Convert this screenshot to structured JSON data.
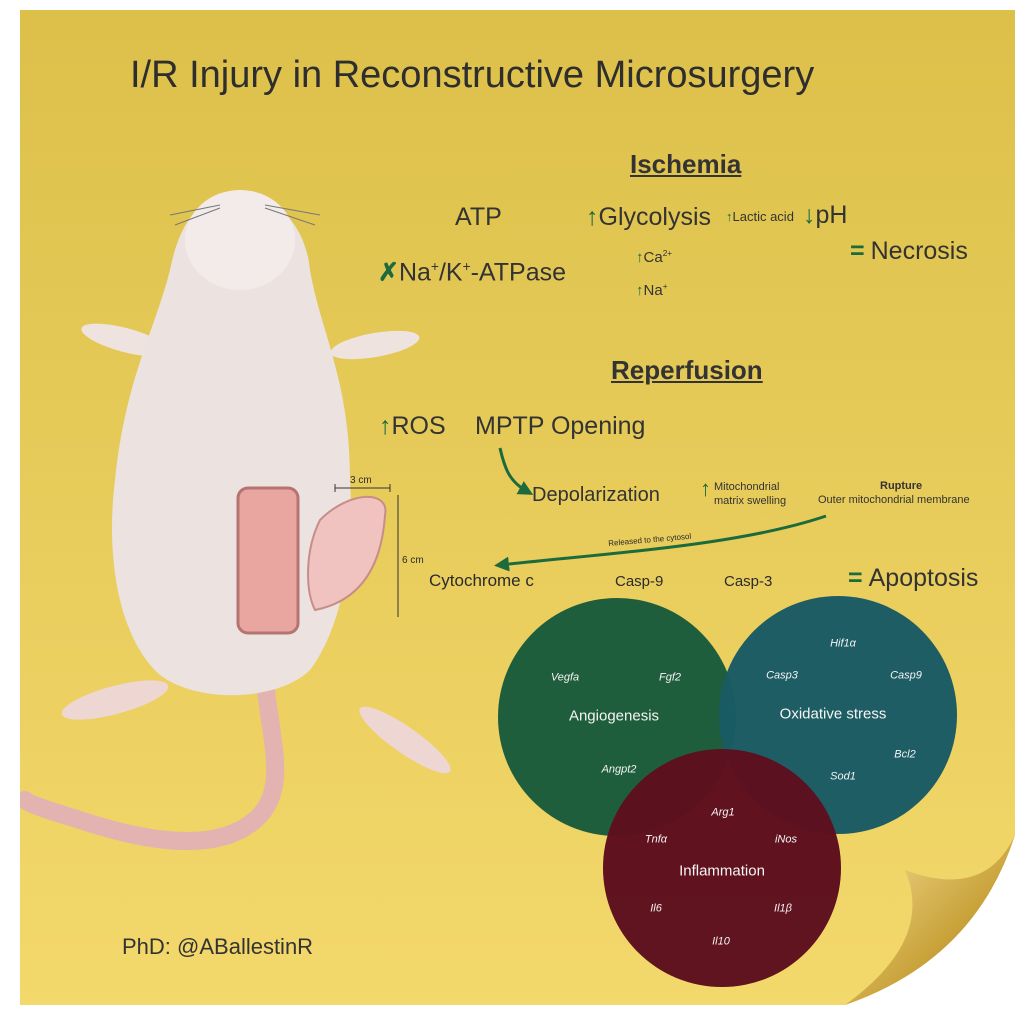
{
  "title": "I/R Injury in Reconstructive Microsurgery",
  "colors": {
    "note_bg": "#e2c84c",
    "arrow_green": "#1d6b3d",
    "angiogenesis": "#1b5c3c",
    "oxidative": "#195b64",
    "inflammation": "#5d0f1e"
  },
  "ischemia": {
    "heading": "Ischemia",
    "atp": "ATP",
    "glycolysis": "Glycolysis",
    "lactic": "Lactic acid",
    "ph": "pH",
    "na_k": "Na",
    "na_k_sup1": "+",
    "na_k_mid": "/K",
    "na_k_sup2": "+",
    "na_k_end": "-ATPase",
    "ca": "Ca",
    "ca_sup": "2+",
    "na": "Na",
    "na_sup": "+",
    "necrosis": "Necrosis"
  },
  "reperfusion": {
    "heading": "Reperfusion",
    "ros": "ROS",
    "mptp": "MPTP Opening",
    "depolarization": "Depolarization",
    "swelling1": "Mitochondrial",
    "swelling2": "matrix swelling",
    "rupture": "Rupture",
    "outer": "Outer mitochondrial membrane",
    "released": "Released to the cytosol",
    "cytochrome": "Cytochrome c",
    "casp9": "Casp-9",
    "casp3": "Casp-3",
    "apoptosis": "Apoptosis"
  },
  "scale": {
    "width": "3 cm",
    "height": "6 cm"
  },
  "venn": {
    "angiogenesis": {
      "label": "Angiogenesis",
      "genes": [
        "Vegfa",
        "Fgf2",
        "Angpt2"
      ]
    },
    "oxidative": {
      "label": "Oxidative stress",
      "genes": [
        "Hif1α",
        "Casp3",
        "Casp9",
        "Bcl2",
        "Sod1"
      ]
    },
    "inflammation": {
      "label": "Inflammation",
      "genes": [
        "Arg1",
        "Tnfα",
        "iNos",
        "Il6",
        "Il1β",
        "Il10"
      ]
    }
  },
  "credit": "PhD: @ABallestinR"
}
